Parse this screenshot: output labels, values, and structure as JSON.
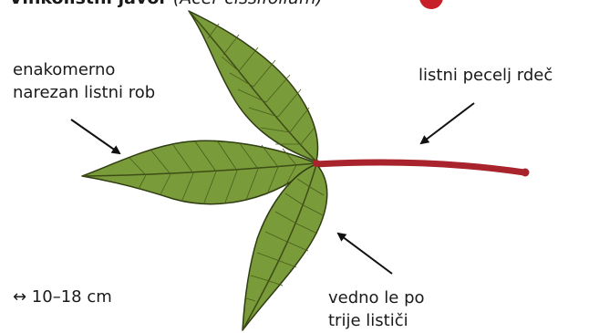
{
  "title": {
    "common_name": "Vinkolistni javor",
    "latin_name": "(Acer cissifolium)",
    "badge_color": "#c8202a"
  },
  "annotations": {
    "leaf_edge": [
      "enakomerno",
      "narezan listni rob"
    ],
    "leaf_stalk": "listni pecelj rdeč",
    "leaflets": [
      "vedno le po",
      "trije lističi"
    ],
    "size": "↔ 10–18 cm"
  },
  "colors": {
    "leaf_fill": "#7a9b3a",
    "leaf_outline": "#2f3d12",
    "vein": "#3d4d16",
    "stalk": "#a8232c"
  }
}
